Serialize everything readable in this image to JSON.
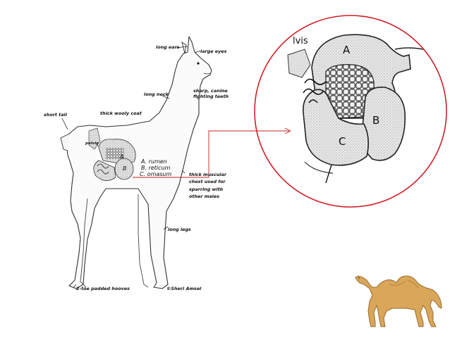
{
  "llama_diagram": {
    "labels": {
      "long_ears": "long ears",
      "large_eyes": "large eyes",
      "long_neck": "long neck",
      "teeth": [
        "sharp, canine",
        "fighting teeth"
      ],
      "short_tail": "short tail",
      "wooly_coat": "thick wooly coat",
      "pelvis": "pelvis",
      "rumen": "A. rumen",
      "reticum": "B. reticum",
      "omasum": "C. omasum",
      "chest": [
        "thick muscular",
        "chest used for",
        "sparring with",
        "other males"
      ],
      "long_legs": "long legs",
      "hooves": "2-toe padded hooves",
      "credit": "©Sheri Amsel"
    }
  },
  "zoom_view": {
    "corner_text": "lvis",
    "letter_a": "A",
    "letter_b": "B",
    "letter_c": "C"
  },
  "colors": {
    "circle_stroke": "#d0202a",
    "connector": "#c42020",
    "camel": "#d9a65a"
  },
  "icons": {
    "camel": "camel-icon"
  }
}
